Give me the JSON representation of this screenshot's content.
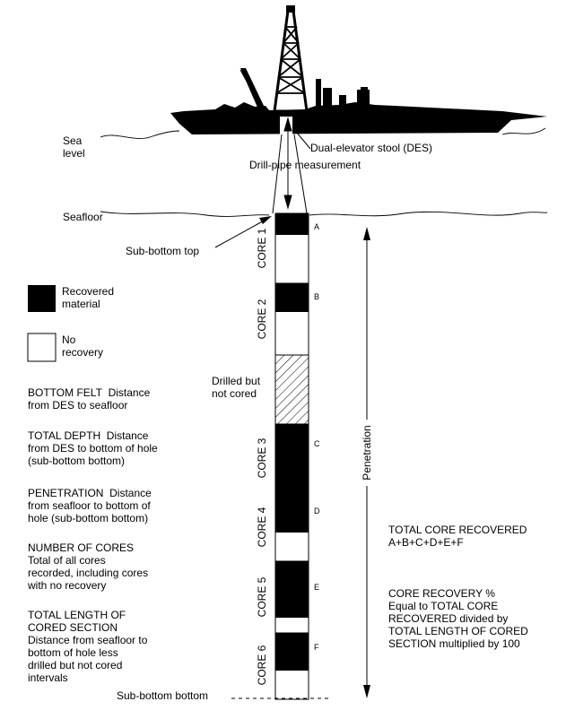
{
  "labels": {
    "sea_level": [
      "Sea",
      "level"
    ],
    "des": "Dual-elevator stool (DES)",
    "drill_pipe": "Drill-pipe measurement",
    "seafloor": "Seafloor",
    "sub_bottom_top": "Sub-bottom top",
    "sub_bottom_bottom": "Sub-bottom bottom",
    "drilled_not_cored": [
      "Drilled but",
      "not cored"
    ],
    "penetration": "Penetration"
  },
  "legend": {
    "recovered": [
      "Recovered",
      "material"
    ],
    "no_recovery": [
      "No",
      "recovery"
    ]
  },
  "cores": [
    {
      "name": "CORE 1",
      "letter": "A"
    },
    {
      "name": "CORE 2",
      "letter": "B"
    },
    {
      "name": "CORE 3",
      "letter": "C"
    },
    {
      "name": "CORE 4",
      "letter": "D"
    },
    {
      "name": "CORE 5",
      "letter": "E"
    },
    {
      "name": "CORE 6",
      "letter": "F"
    }
  ],
  "definitions": [
    {
      "term": "BOTTOM FELT",
      "desc_first": "Distance",
      "lines": [
        "from DES to seafloor"
      ]
    },
    {
      "term": "TOTAL  DEPTH",
      "desc_first": "Distance",
      "lines": [
        "from DES to bottom of hole",
        "(sub-bottom bottom)"
      ]
    },
    {
      "term": "PENETRATION",
      "desc_first": "Distance",
      "lines": [
        "from seafloor to bottom of",
        "hole (sub-bottom bottom)"
      ]
    },
    {
      "term": "NUMBER OF CORES",
      "desc_first": "",
      "lines": [
        "Total of all cores",
        "recorded, including cores",
        "with no recovery"
      ]
    },
    {
      "term": "TOTAL  LENGTH OF",
      "desc_first": "",
      "lines": [
        "CORED SECTION",
        "Distance from seafloor to",
        "bottom of hole less",
        "drilled but not cored",
        "intervals"
      ]
    }
  ],
  "right_text": {
    "total_core_recovered": [
      "TOTAL CORE RECOVERED",
      "A+B+C+D+E+F"
    ],
    "core_recovery": [
      "CORE RECOVERY %",
      "Equal to TOTAL CORE",
      "RECOVERED divided by",
      "TOTAL LENGTH OF CORED",
      "SECTION multiplied by 100"
    ]
  }
}
